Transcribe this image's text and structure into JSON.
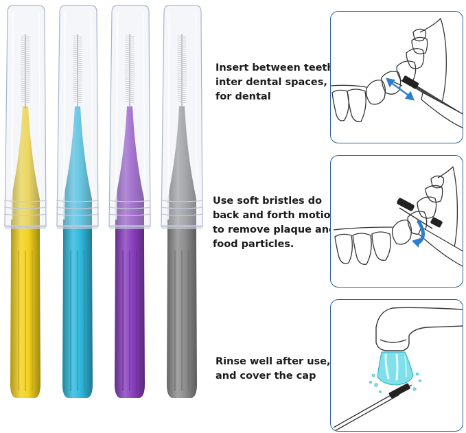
{
  "colors": {
    "yellow": "#f3d21e",
    "cyan": "#2fb9dd",
    "purple": "#8a3fc0",
    "gray": "#8e8e8e",
    "panel_border": "#2b5f95",
    "arrow_blue": "#2a7fd0",
    "water": "#7fe0ea"
  },
  "brushes": [
    {
      "name": "yellow-brush",
      "color_key": "yellow"
    },
    {
      "name": "cyan-brush",
      "color_key": "cyan"
    },
    {
      "name": "purple-brush",
      "color_key": "purple"
    },
    {
      "name": "gray-brush",
      "color_key": "gray"
    }
  ],
  "steps": [
    {
      "lines": [
        "Insert between teeth",
        "inter dental spaces,",
        "for dental"
      ],
      "illustration": "brush-between-teeth-icon"
    },
    {
      "lines": [
        "Use soft bristles do",
        "back and forth motion",
        "to remove plaque and",
        "food particles."
      ],
      "illustration": "brush-back-forth-icon"
    },
    {
      "lines": [
        "Rinse well after use,",
        "and cover the cap"
      ],
      "illustration": "rinse-under-faucet-icon"
    }
  ]
}
